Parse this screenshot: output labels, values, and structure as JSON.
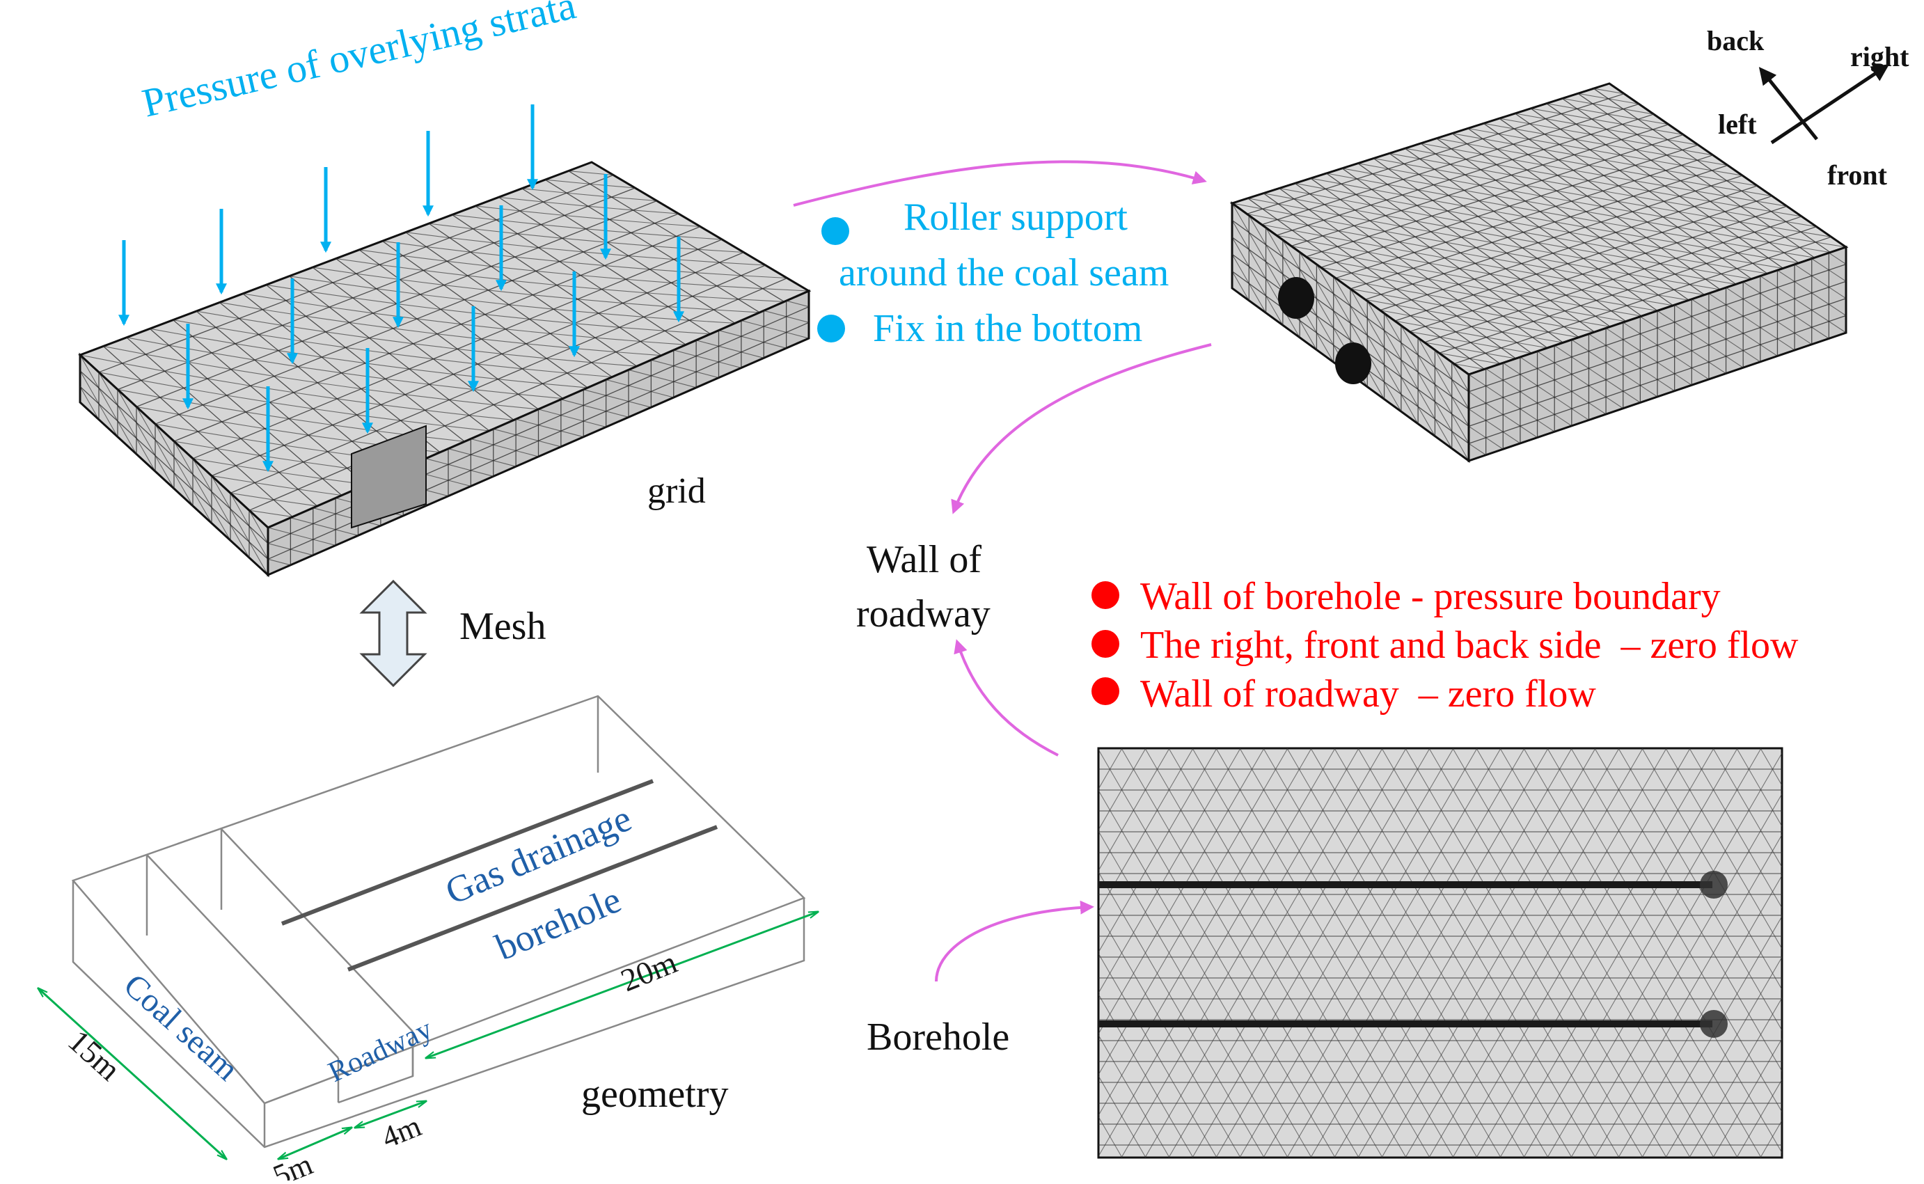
{
  "colors": {
    "blue": "#00b0f0",
    "magenta": "#e066e0",
    "red": "#ff0000",
    "dark_blue": "#1f5fa8",
    "green": "#00b050",
    "mesh_fill": "#d9d9d9",
    "mesh_line": "#1a1a1a"
  },
  "panels": {
    "grid": {
      "caption": "grid",
      "load_label": "Pressure of overlying strata"
    },
    "mesh_arrow": {
      "label": "Mesh"
    },
    "geometry": {
      "caption": "geometry",
      "coal_seam": "Coal seam",
      "roadway": "Roadway",
      "borehole": "Gas drainage borehole",
      "dim_width": "15m",
      "dim_coal": "5m",
      "dim_roadway": "4m",
      "dim_length": "20m"
    },
    "mechanical_bc": {
      "items": [
        "Roller support around the coal seam",
        "Fix in the bottom"
      ]
    },
    "axes": {
      "back": "back",
      "right": "right",
      "left": "left",
      "front": "front"
    },
    "flow_bc": {
      "items": [
        "Wall of borehole - pressure boundary",
        "The right, front and back side  – zero flow",
        "Wall of roadway  – zero flow"
      ]
    },
    "labels": {
      "wall_of_roadway": "Wall of roadway",
      "borehole": "Borehole"
    }
  }
}
